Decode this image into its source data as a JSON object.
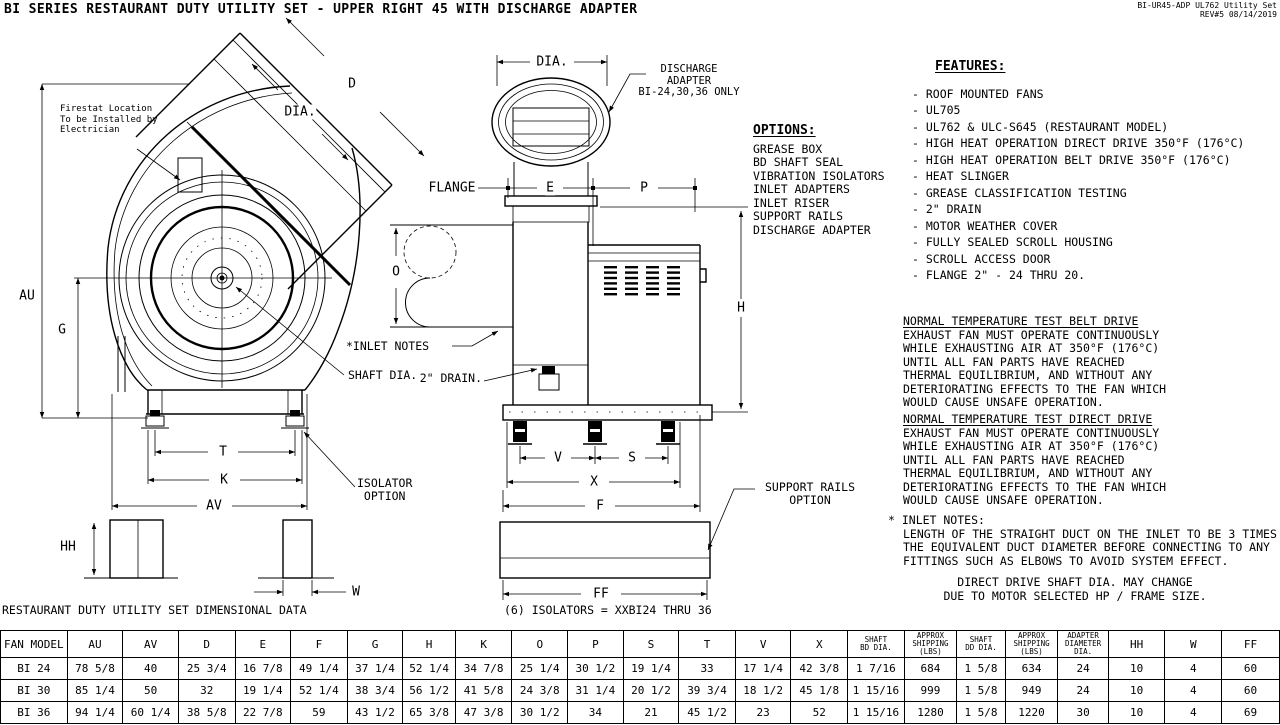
{
  "header": {
    "title": "BI SERIES RESTAURANT DUTY UTILITY SET - UPPER RIGHT 45 WITH DISCHARGE ADAPTER",
    "doc_code": "BI-UR45-ADP UL762 Utility Set",
    "revision": "REV#5  08/14/2019"
  },
  "features": {
    "heading": "FEATURES:",
    "items": [
      "ROOF MOUNTED FANS",
      "UL705",
      "UL762 & ULC-S645 (RESTAURANT MODEL)",
      "HIGH HEAT OPERATION DIRECT DRIVE 350°F (176°C)",
      "HIGH HEAT OPERATION BELT DRIVE 350°F (176°C)",
      "HEAT SLINGER",
      "GREASE CLASSIFICATION TESTING",
      "2\" DRAIN",
      "MOTOR WEATHER COVER",
      "FULLY SEALED SCROLL HOUSING",
      "SCROLL ACCESS DOOR",
      "FLANGE 2\" - 24 THRU 20."
    ]
  },
  "options": {
    "heading": "OPTIONS:",
    "items": [
      "GREASE BOX",
      "BD SHAFT SEAL",
      "VIBRATION ISOLATORS",
      "INLET ADAPTERS",
      "INLET RISER",
      "SUPPORT RAILS",
      "DISCHARGE ADAPTER"
    ]
  },
  "test_notes": {
    "belt": {
      "heading": "NORMAL TEMPERATURE TEST BELT DRIVE",
      "body": "EXHAUST FAN MUST OPERATE CONTINUOUSLY\nWHILE EXHAUSTING AIR AT 350°F (176°C)\nUNTIL ALL FAN PARTS HAVE REACHED\nTHERMAL EQUILIBRIUM, AND WITHOUT ANY\nDETERIORATING EFFECTS TO THE FAN WHICH\nWOULD CAUSE UNSAFE OPERATION."
    },
    "direct": {
      "heading": "NORMAL TEMPERATURE TEST DIRECT DRIVE",
      "body": "EXHAUST FAN MUST OPERATE CONTINUOUSLY\nWHILE EXHAUSTING AIR AT 350°F (176°C)\nUNTIL ALL FAN PARTS HAVE REACHED\nTHERMAL EQUILIBRIUM, AND WITHOUT ANY\nDETERIORATING EFFECTS TO THE FAN WHICH\nWOULD CAUSE UNSAFE OPERATION."
    }
  },
  "inlet_notes": {
    "heading": "* INLET NOTES:",
    "body": "LENGTH OF THE STRAIGHT DUCT ON THE INLET TO BE 3 TIMES\nTHE EQUIVALENT DUCT DIAMETER BEFORE CONNECTING TO ANY\nFITTINGS SUCH AS ELBOWS TO AVOID SYSTEM EFFECT."
  },
  "shaft_note": "DIRECT DRIVE SHAFT DIA. MAY CHANGE\nDUE TO MOTOR SELECTED HP / FRAME SIZE.",
  "drawings": {
    "left": {
      "firestat": "Firestat Location\nTo be Installed by\nElectrician",
      "d": "D",
      "dia": "DIA.",
      "au": "AU",
      "g": "G",
      "t": "T",
      "k": "K",
      "av": "AV",
      "hh": "HH",
      "w": "W",
      "shaft_dia": "SHAFT DIA.",
      "isolator_option": "ISOLATOR\nOPTION",
      "caption": "RESTAURANT DUTY UTILITY SET DIMENSIONAL DATA"
    },
    "middle": {
      "dia": "DIA.",
      "discharge_adapter": "DISCHARGE\nADAPTER\nBI-24,30,36 ONLY",
      "flange": "FLANGE",
      "e": "E",
      "p": "P",
      "o": "O",
      "h": "H",
      "v": "V",
      "s": "S",
      "x": "X",
      "f": "F",
      "ff": "FF",
      "inlet_ref": "*INLET NOTES",
      "drain": "2\" DRAIN.",
      "support_rails": "SUPPORT RAILS\nOPTION",
      "isolators_note": "(6) ISOLATORS = XXBI24 THRU 36"
    }
  },
  "table": {
    "headers": [
      "FAN MODEL",
      "AU",
      "AV",
      "D",
      "E",
      "F",
      "G",
      "H",
      "K",
      "O",
      "P",
      "S",
      "T",
      "V",
      "X",
      "SHAFT\nBD DIA.",
      "APPROX\nSHIPPING\n(LBS)",
      "SHAFT\nDD DIA.",
      "APPROX\nSHIPPING\n(LBS)",
      "ADAPTER\nDIAMETER\nDIA.",
      "HH",
      "W",
      "FF"
    ],
    "rows": [
      [
        "BI 24",
        "78 5/8",
        "40",
        "25 3/4",
        "16 7/8",
        "49 1/4",
        "37 1/4",
        "52 1/4",
        "34 7/8",
        "25 1/4",
        "30 1/2",
        "19 1/4",
        "33",
        "17 1/4",
        "42 3/8",
        "1 7/16",
        "684",
        "1 5/8",
        "634",
        "24",
        "10",
        "4",
        "60"
      ],
      [
        "BI 30",
        "85 1/4",
        "50",
        "32",
        "19 1/4",
        "52 1/4",
        "38 3/4",
        "56 1/2",
        "41 5/8",
        "24 3/8",
        "31 1/4",
        "20 1/2",
        "39 3/4",
        "18 1/2",
        "45 1/8",
        "1 15/16",
        "999",
        "1 5/8",
        "949",
        "24",
        "10",
        "4",
        "60"
      ],
      [
        "BI 36",
        "94 1/4",
        "60 1/4",
        "38 5/8",
        "22 7/8",
        "59",
        "43 1/2",
        "65 3/8",
        "47 3/8",
        "30 1/2",
        "34",
        "21",
        "45 1/2",
        "23",
        "52",
        "1 15/16",
        "1280",
        "1 5/8",
        "1220",
        "30",
        "10",
        "4",
        "69"
      ]
    ]
  }
}
